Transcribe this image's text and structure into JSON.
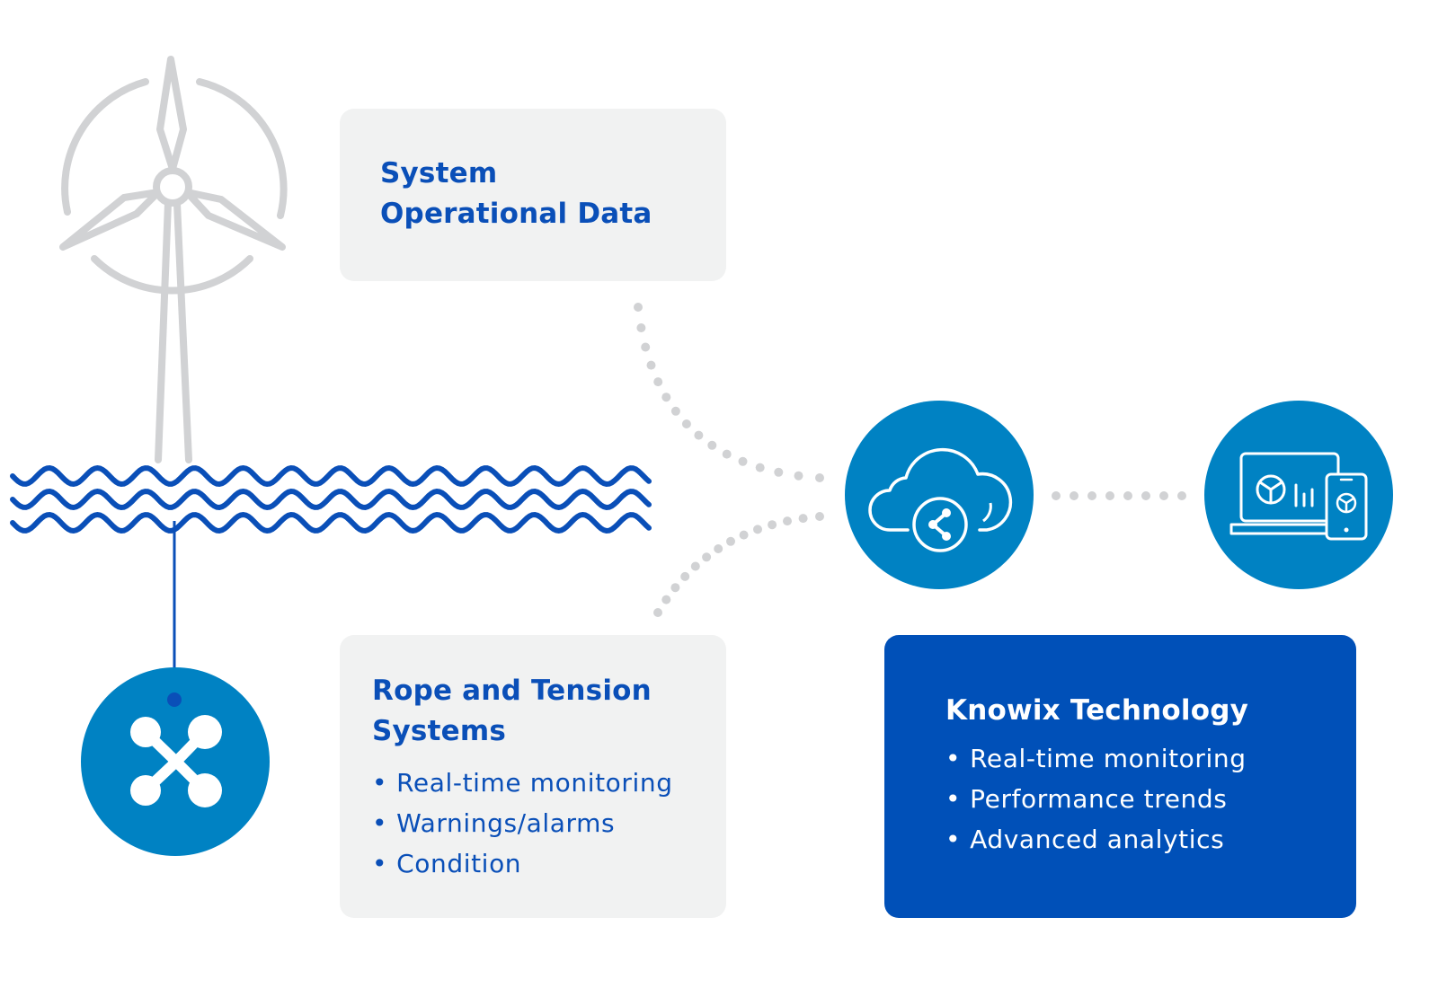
{
  "colors": {
    "primary_blue": "#0050b8",
    "circle_blue": "#0082c3",
    "card_grey": "#f1f2f2",
    "turbine_grey": "#d1d2d4",
    "dot_grey": "#d1d2d4",
    "wave_blue": "#0a4fb8"
  },
  "icons": {
    "turbine": "wind-turbine-icon",
    "waves": "sea-waves-icon",
    "sensor": "knowix-node-icon",
    "cloud": "cloud-network-icon",
    "devices": "laptop-phone-dashboard-icon"
  },
  "cards": {
    "system_data": {
      "title_line1": "System",
      "title_line2": "Operational Data"
    },
    "rope": {
      "title_line1": "Rope and Tension",
      "title_line2": "Systems",
      "bullets": [
        "Real-time monitoring",
        "Warnings/alarms",
        "Condition"
      ]
    },
    "knowix": {
      "title": "Knowix Technology",
      "bullets": [
        "Real-time monitoring",
        "Performance trends",
        "Advanced analytics"
      ]
    }
  }
}
